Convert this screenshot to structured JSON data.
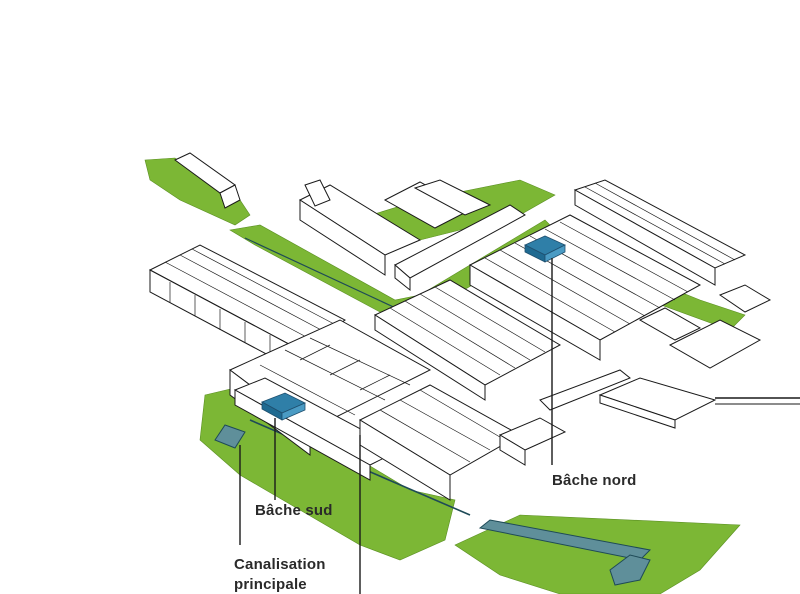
{
  "labels": {
    "bache_nord": "Bâche nord",
    "bache_sud": "Bâche sud",
    "canalisation_line1": "Canalisation",
    "canalisation_line2": "principale"
  },
  "colors": {
    "vegetation": "#7cb735",
    "tank": "#2f7fa8",
    "canal": "#5f8f9a",
    "outline": "#1a1a1a"
  }
}
